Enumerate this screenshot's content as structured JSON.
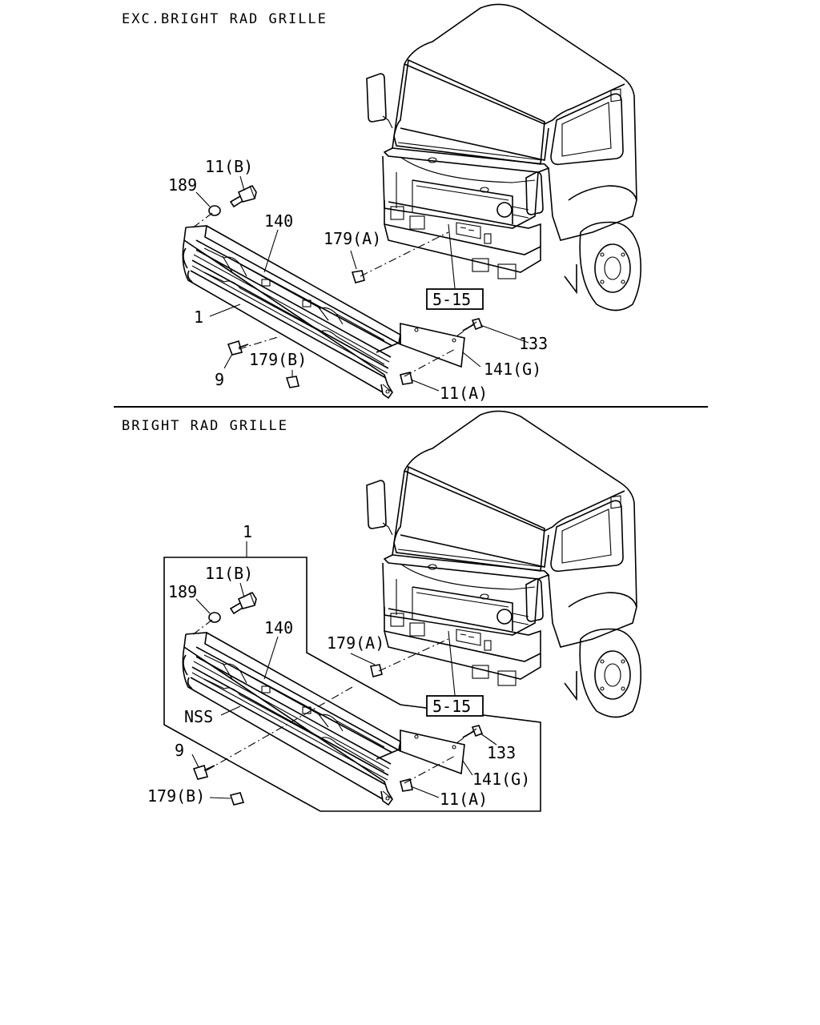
{
  "sections": [
    {
      "title": "EXC.BRIGHT RAD GRILLE",
      "labels": {
        "p11b": "11(B)",
        "p189": "189",
        "p140": "140",
        "p179a": "179(A)",
        "p1": "1",
        "p515": "5-15",
        "p133": "133",
        "p9": "9",
        "p179b": "179(B)",
        "p141g": "141(G)",
        "p11a": "11(A)"
      }
    },
    {
      "title": "BRIGHT RAD GRILLE",
      "labels": {
        "p1": "1",
        "p11b": "11(B)",
        "p189": "189",
        "p140": "140",
        "p179a": "179(A)",
        "nss": "NSS",
        "p515": "5-15",
        "p133": "133",
        "p9": "9",
        "p141g": "141(G)",
        "p179b": "179(B)",
        "p11a": "11(A)"
      }
    }
  ]
}
